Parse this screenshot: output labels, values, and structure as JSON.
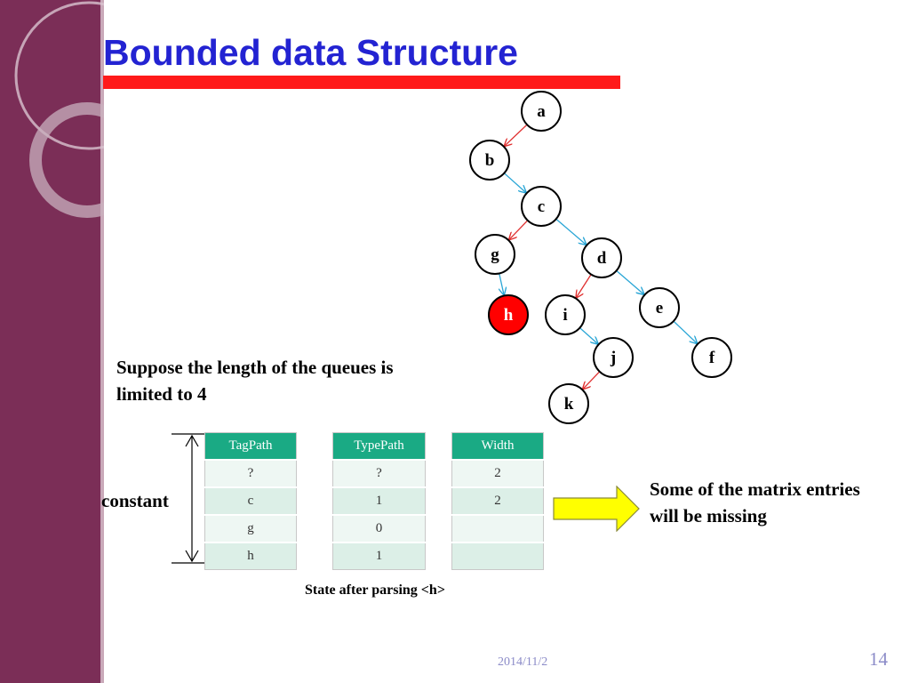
{
  "slide": {
    "title": "Bounded data Structure",
    "note_left": "Suppose the length of  the queues is limited to 4",
    "constant_label": "constant",
    "note_right": "Some of the matrix entries will be missing",
    "caption": "State after parsing <h>",
    "footer_date": "2014/11/2",
    "page_number": "14"
  },
  "tree": {
    "nodes": [
      {
        "id": "a",
        "label": "a",
        "highlight": false
      },
      {
        "id": "b",
        "label": "b",
        "highlight": false
      },
      {
        "id": "c",
        "label": "c",
        "highlight": false
      },
      {
        "id": "g",
        "label": "g",
        "highlight": false
      },
      {
        "id": "d",
        "label": "d",
        "highlight": false
      },
      {
        "id": "h",
        "label": "h",
        "highlight": true
      },
      {
        "id": "i",
        "label": "i",
        "highlight": false
      },
      {
        "id": "e",
        "label": "e",
        "highlight": false
      },
      {
        "id": "j",
        "label": "j",
        "highlight": false
      },
      {
        "id": "f",
        "label": "f",
        "highlight": false
      },
      {
        "id": "k",
        "label": "k",
        "highlight": false
      }
    ],
    "edges": [
      {
        "from": "a",
        "to": "b",
        "kind": "child"
      },
      {
        "from": "b",
        "to": "c",
        "kind": "sibling"
      },
      {
        "from": "c",
        "to": "g",
        "kind": "child"
      },
      {
        "from": "c",
        "to": "d",
        "kind": "sibling"
      },
      {
        "from": "g",
        "to": "h",
        "kind": "sibling"
      },
      {
        "from": "d",
        "to": "i",
        "kind": "child"
      },
      {
        "from": "d",
        "to": "e",
        "kind": "sibling"
      },
      {
        "from": "i",
        "to": "j",
        "kind": "sibling"
      },
      {
        "from": "e",
        "to": "f",
        "kind": "sibling"
      },
      {
        "from": "j",
        "to": "k",
        "kind": "child"
      }
    ],
    "colors": {
      "child_edge": "#e03030",
      "sibling_edge": "#2aa6d6",
      "highlight_fill": "#ff0000",
      "highlight_text": "#ffffff"
    }
  },
  "tables": {
    "tagpath": {
      "header": "TagPath",
      "rows": [
        "?",
        "c",
        "g",
        "h"
      ]
    },
    "typepath": {
      "header": "TypePath",
      "rows": [
        "?",
        "1",
        "0",
        "1"
      ]
    },
    "width": {
      "header": "Width",
      "rows": [
        "2",
        "2",
        "",
        ""
      ]
    }
  },
  "colors": {
    "sidebar": "#7b2e57",
    "title": "#2323d2",
    "title_bar": "#ff1a1a",
    "table_header": "#1aaa84",
    "arrow_fill": "#ffff00"
  }
}
